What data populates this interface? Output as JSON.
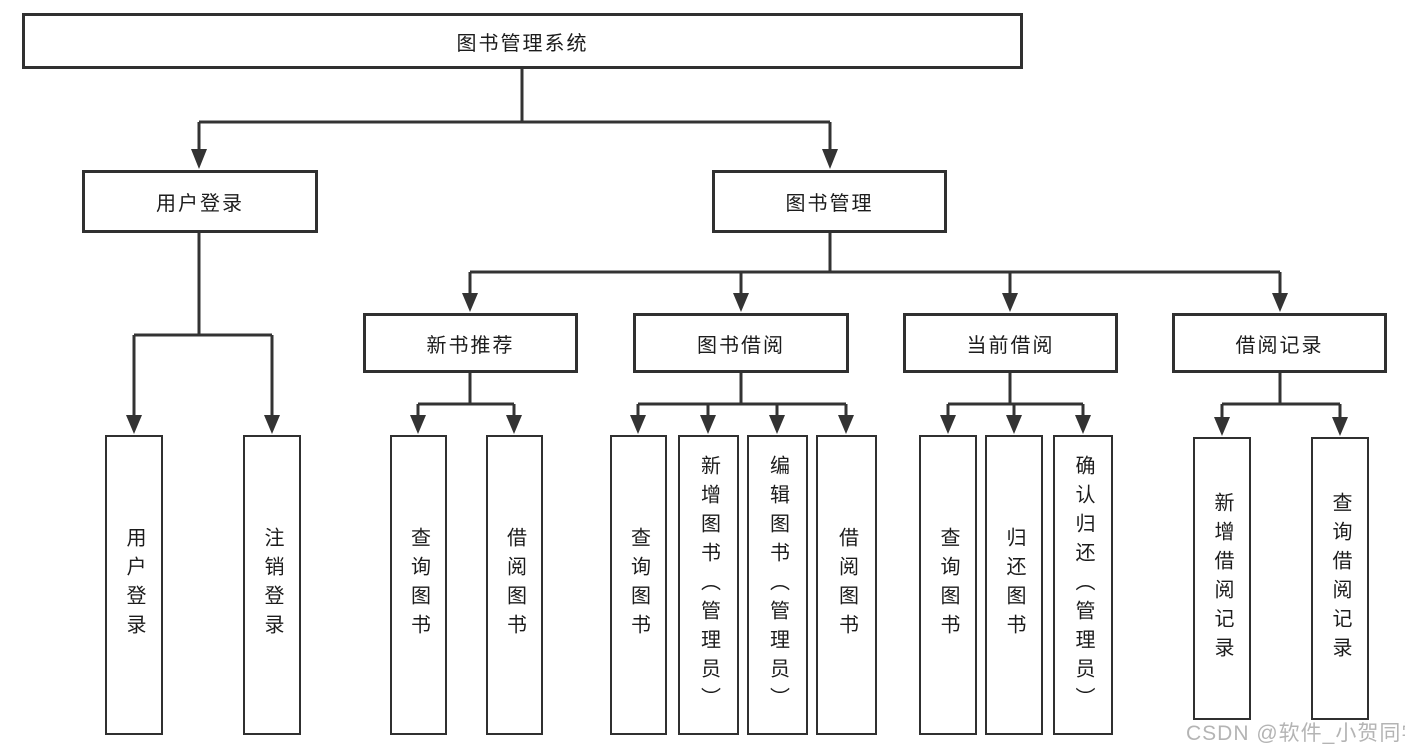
{
  "diagram": {
    "root": {
      "label": "图书管理系统"
    },
    "branches": [
      {
        "label": "用户登录",
        "children": [
          {
            "label": "用户登录"
          },
          {
            "label": "注销登录"
          }
        ]
      },
      {
        "label": "图书管理",
        "children": [
          {
            "label": "新书推荐",
            "children": [
              {
                "label": "查询图书"
              },
              {
                "label": "借阅图书"
              }
            ]
          },
          {
            "label": "图书借阅",
            "children": [
              {
                "label": "查询图书"
              },
              {
                "label": "新增图书（管理员）"
              },
              {
                "label": "编辑图书（管理员）"
              },
              {
                "label": "借阅图书"
              }
            ]
          },
          {
            "label": "当前借阅",
            "children": [
              {
                "label": "查询图书"
              },
              {
                "label": "归还图书"
              },
              {
                "label": "确认归还（管理员）"
              }
            ]
          },
          {
            "label": "借阅记录",
            "children": [
              {
                "label": "新增借阅记录"
              },
              {
                "label": "查询借阅记录"
              }
            ]
          }
        ]
      }
    ]
  },
  "watermark": {
    "text": "CSDN @软件_小贺同学"
  },
  "colors": {
    "line": "#333333",
    "box_border": "#303030",
    "text": "#1c1c1c",
    "watermark": "#a8a8a8",
    "background": "#ffffff"
  }
}
